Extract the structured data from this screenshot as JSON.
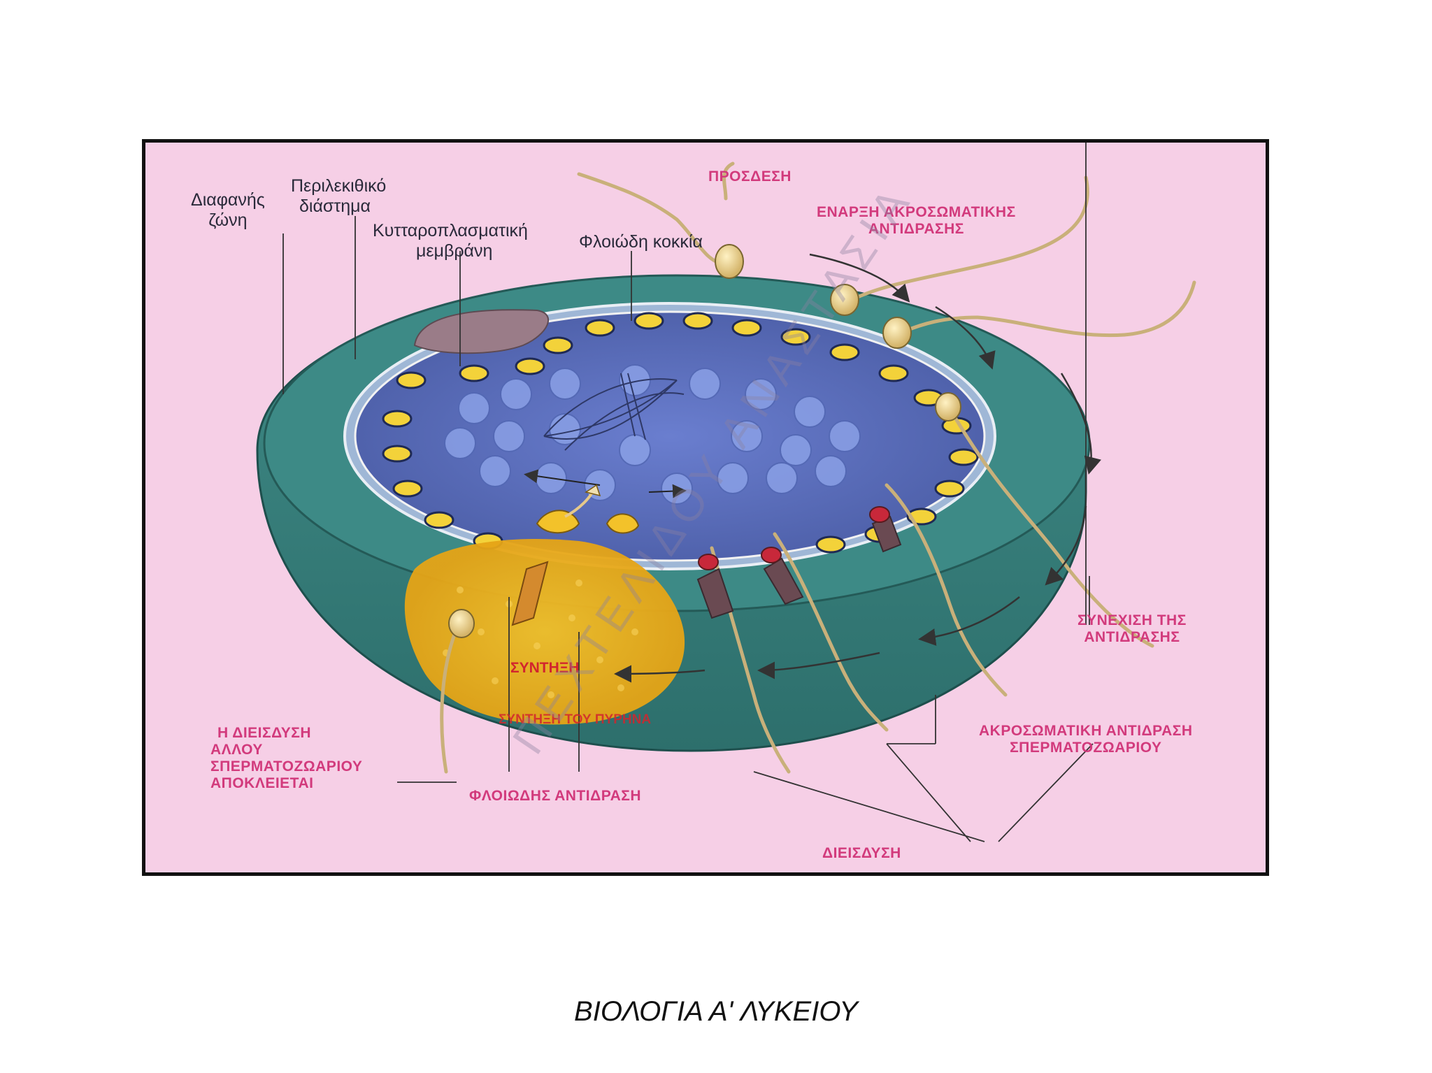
{
  "diagram": {
    "labels": {
      "zona_pellucida": [
        "Διαφανής",
        "ζώνη"
      ],
      "perivitelline_space": [
        "Περιλεκιθικό",
        "διάστημα"
      ],
      "plasma_membrane": [
        "Κυτταροπλασματική",
        "μεμβράνη"
      ],
      "cortical_granules": "Φλοιώδη κοκκία",
      "binding": "ΠΡΟΣΔΕΣΗ",
      "acrosome_start": [
        "ΕΝΑΡΞΗ ΑΚΡΟΣΩΜΑΤΙΚΗΣ",
        "ΑΝΤΙΔΡΑΣΗΣ"
      ],
      "continuation": [
        "ΣΥΝΕΧΙΣΗ ΤΗΣ",
        "ΑΝΤΙΔΡΑΣΗΣ"
      ],
      "acrosome_reaction": [
        "ΑΚΡΟΣΩΜΑΤΙΚΗ ΑΝΤΙΔΡΑΣΗ",
        "ΣΠΕΡΜΑΤΟΖΩΑΡΙΟΥ"
      ],
      "penetration": "ΔΙΕΙΣΔΥΣΗ",
      "cortical_reaction": "ΦΛΟΙΩΔΗΣ ΑΝΤΙΔΡΑΣΗ",
      "exclusion": [
        "Η ΔΙΕΙΣΔΥΣΗ",
        "ΑΛΛΟΥ",
        "ΣΠΕΡΜΑΤΟΖΩΑΡΙΟΥ",
        "ΑΠΟΚΛΕΙΕΤΑΙ"
      ],
      "fusion": "ΣΥΝΤΗΞΗ",
      "nucleus_fusion": "ΣΥΝΤΗΞΗ ΤΟΥ ΠΥΡΗΝΑ"
    },
    "watermark": "ΠΕΧΤΕΛΙΔΟΥ ΑΝΑΣΤΑΣΙΑ"
  },
  "footer": {
    "title": "ΒΙΟΛΟΓΙΑ Α' ΛΥΚΕΙΟΥ"
  }
}
